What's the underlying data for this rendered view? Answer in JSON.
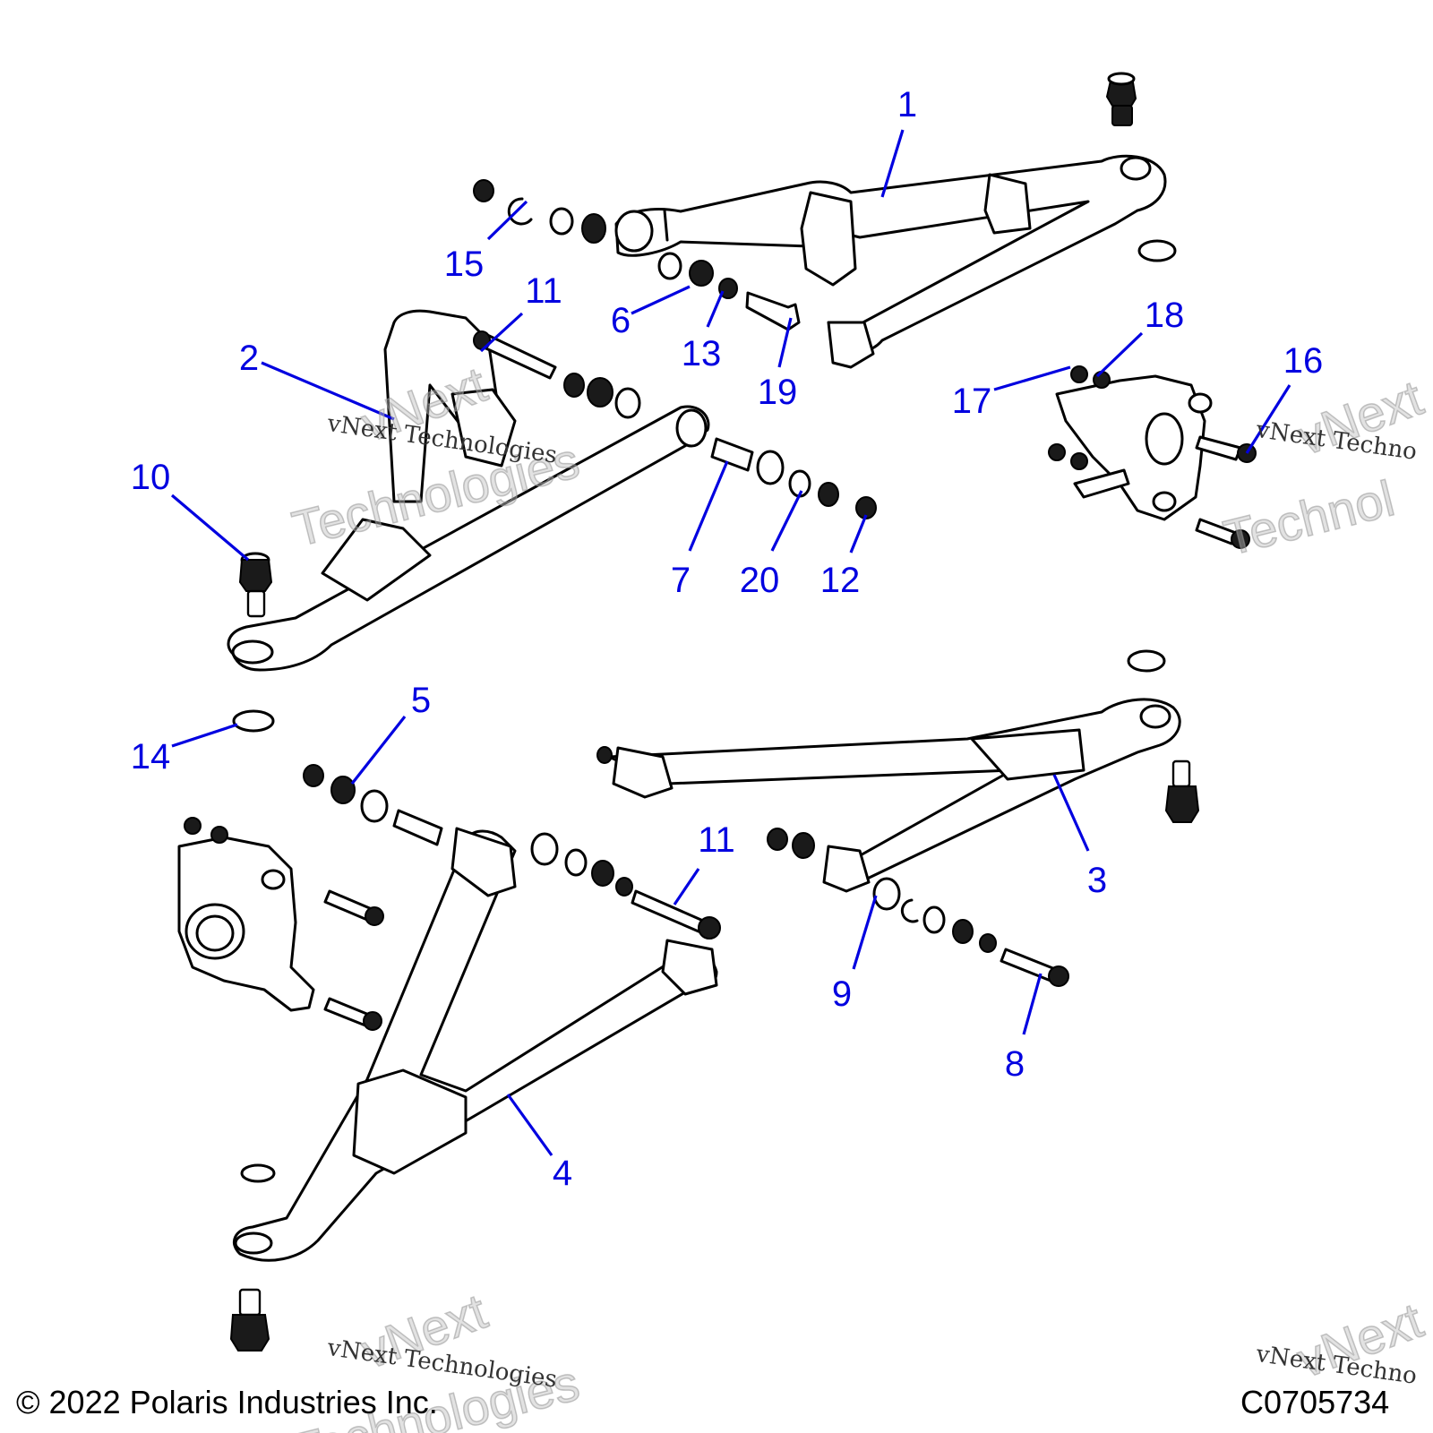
{
  "diagram": {
    "callouts": [
      {
        "id": "1",
        "label": "1"
      },
      {
        "id": "2",
        "label": "2"
      },
      {
        "id": "3",
        "label": "3"
      },
      {
        "id": "4",
        "label": "4"
      },
      {
        "id": "5",
        "label": "5"
      },
      {
        "id": "6",
        "label": "6"
      },
      {
        "id": "7",
        "label": "7"
      },
      {
        "id": "8",
        "label": "8"
      },
      {
        "id": "9",
        "label": "9"
      },
      {
        "id": "10",
        "label": "10"
      },
      {
        "id": "11a",
        "label": "11"
      },
      {
        "id": "11b",
        "label": "11"
      },
      {
        "id": "12",
        "label": "12"
      },
      {
        "id": "13",
        "label": "13"
      },
      {
        "id": "14",
        "label": "14"
      },
      {
        "id": "15",
        "label": "15"
      },
      {
        "id": "16",
        "label": "16"
      },
      {
        "id": "17",
        "label": "17"
      },
      {
        "id": "18",
        "label": "18"
      },
      {
        "id": "19",
        "label": "19"
      },
      {
        "id": "20",
        "label": "20"
      }
    ],
    "callout_color": "#0000e0"
  },
  "footer": {
    "copyright": "© 2022 Polaris Industries Inc.",
    "figure_code": "C0705734"
  },
  "watermarks": {
    "small_text": "vNext Technologies",
    "big_line1": "vNext",
    "big_line2": "Technologies",
    "right_small": "vNext Techno",
    "right_big1": "vNext",
    "right_big2": "Technol"
  }
}
